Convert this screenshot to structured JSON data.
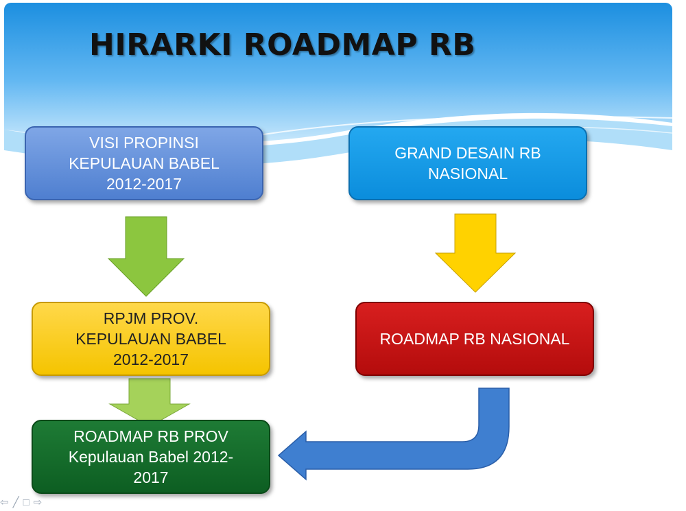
{
  "title": "HIRARKI ROADMAP RB",
  "boxes": {
    "visi": "VISI PROPINSI\nKEPULAUAN BABEL\n2012-2017",
    "grand": "GRAND DESAIN RB\nNASIONAL",
    "rpjm": "RPJM  PROV.\nKEPULAUAN BABEL\n2012-2017",
    "roadmap_nasional": "ROADMAP RB NASIONAL",
    "roadmap_prov": "ROADMAP RB PROV\nKepulauan Babel 2012-\n2017"
  },
  "colors": {
    "sky_top": "#1c8fe0",
    "sky_bottom": "#bfe4fb",
    "green_arrow": "#8cc63f",
    "yellow_arrow": "#ffd200",
    "blue_arrow": "#3f7fd0"
  },
  "icons": [
    "back-icon",
    "pen-icon",
    "menu-icon",
    "forward-icon"
  ]
}
